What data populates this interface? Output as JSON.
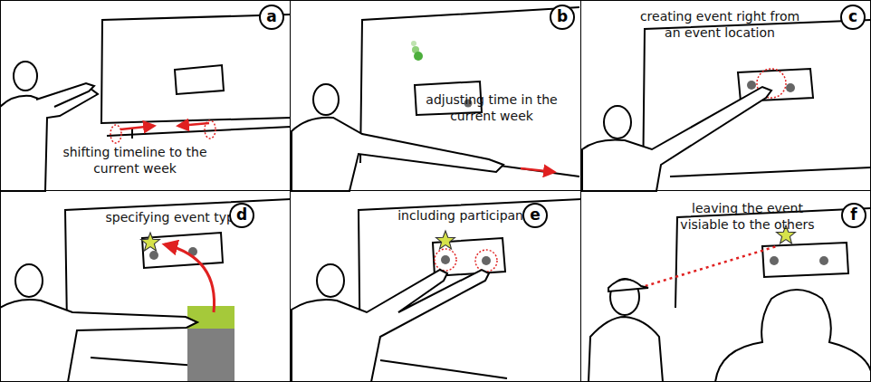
{
  "diagram": {
    "nodes": [
      {
        "text": [
          "shifting timeline to the current week"
        ]
      },
      {
        "text": [
          "a"
        ],
        "in": 0
      },
      {
        "text": [
          "adjusting time in the current week"
        ]
      },
      {
        "text": [
          "b"
        ],
        "in": 2
      },
      {
        "text": [
          "creating event right from an event location"
        ]
      },
      {
        "text": [
          "c"
        ],
        "in": 4
      },
      {
        "text": [
          "specifying event type"
        ]
      },
      {
        "text": [
          "d"
        ],
        "in": 6
      },
      {
        "text": [
          "including participants"
        ]
      },
      {
        "text": [
          "e"
        ],
        "in": 8
      },
      {
        "text": [
          "leaving the event visiable to the others"
        ]
      },
      {
        "text": [
          "f"
        ],
        "in": 10
      }
    ],
    "edges": []
  }
}
